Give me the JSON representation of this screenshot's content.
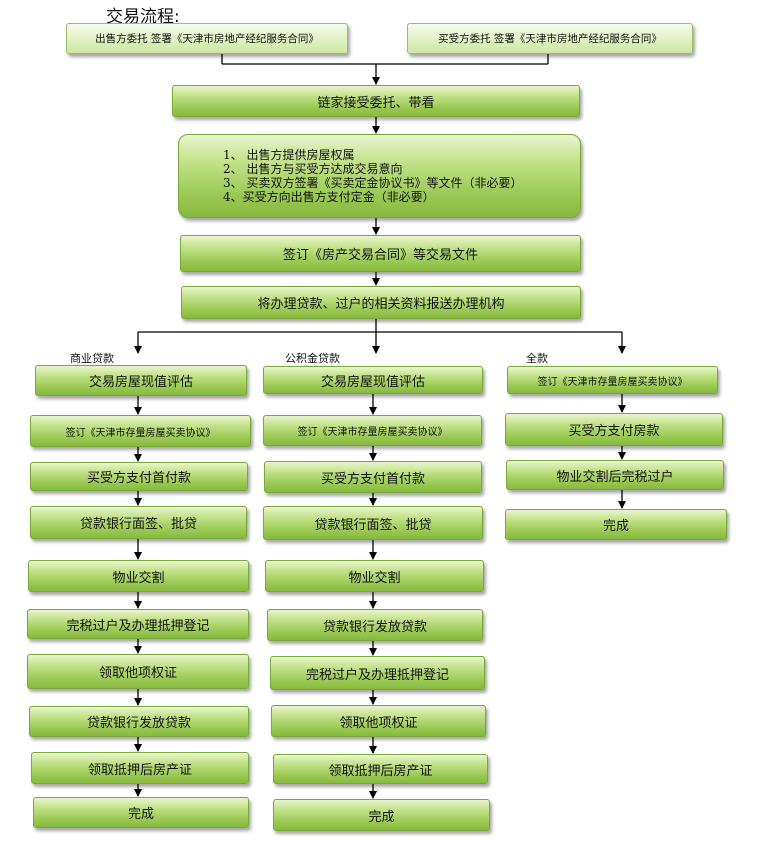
{
  "title": "交易流程:",
  "top": {
    "seller": "出售方委托  签署《天津市房地产经纪服务合同》",
    "buyer": "买受方委托  签署《天津市房地产经纪服务合同》",
    "lianjia": "链家接受委托、带看",
    "steps": [
      "1、  出售方提供房屋权属",
      "2、  出售方与买受方达成交易意向",
      "3、  买卖双方签署《买卖定金协议书》等文件（非必要）",
      "4、买受方向出售方支付定金（非必要）"
    ],
    "sign_contract": "签订《房产交易合同》等交易文件",
    "submit": "将办理贷款、过户的相关资料报送办理机构"
  },
  "branches": {
    "commercial": {
      "label": "商业贷款",
      "steps": [
        "交易房屋现值评估",
        "签订《天津市存量房屋买卖协议》",
        "买受方支付首付款",
        "贷款银行面签、批贷",
        "物业交割",
        "完税过户及办理抵押登记",
        "领取他项权证",
        "贷款银行发放贷款",
        "领取抵押后房产证",
        "完成"
      ]
    },
    "provident": {
      "label": "公积金贷款",
      "steps": [
        "交易房屋现值评估",
        "签订《天津市存量房屋买卖协议》",
        "买受方支付首付款",
        "贷款银行面签、批贷",
        "物业交割",
        "贷款银行发放贷款",
        "完税过户及办理抵押登记",
        "领取他项权证",
        "领取抵押后房产证",
        "完成"
      ]
    },
    "full": {
      "label": "全款",
      "steps": [
        "签订《天津市存量房屋买卖协议》",
        "买受方支付房款",
        "物业交割后完税过户",
        "完成"
      ]
    }
  }
}
